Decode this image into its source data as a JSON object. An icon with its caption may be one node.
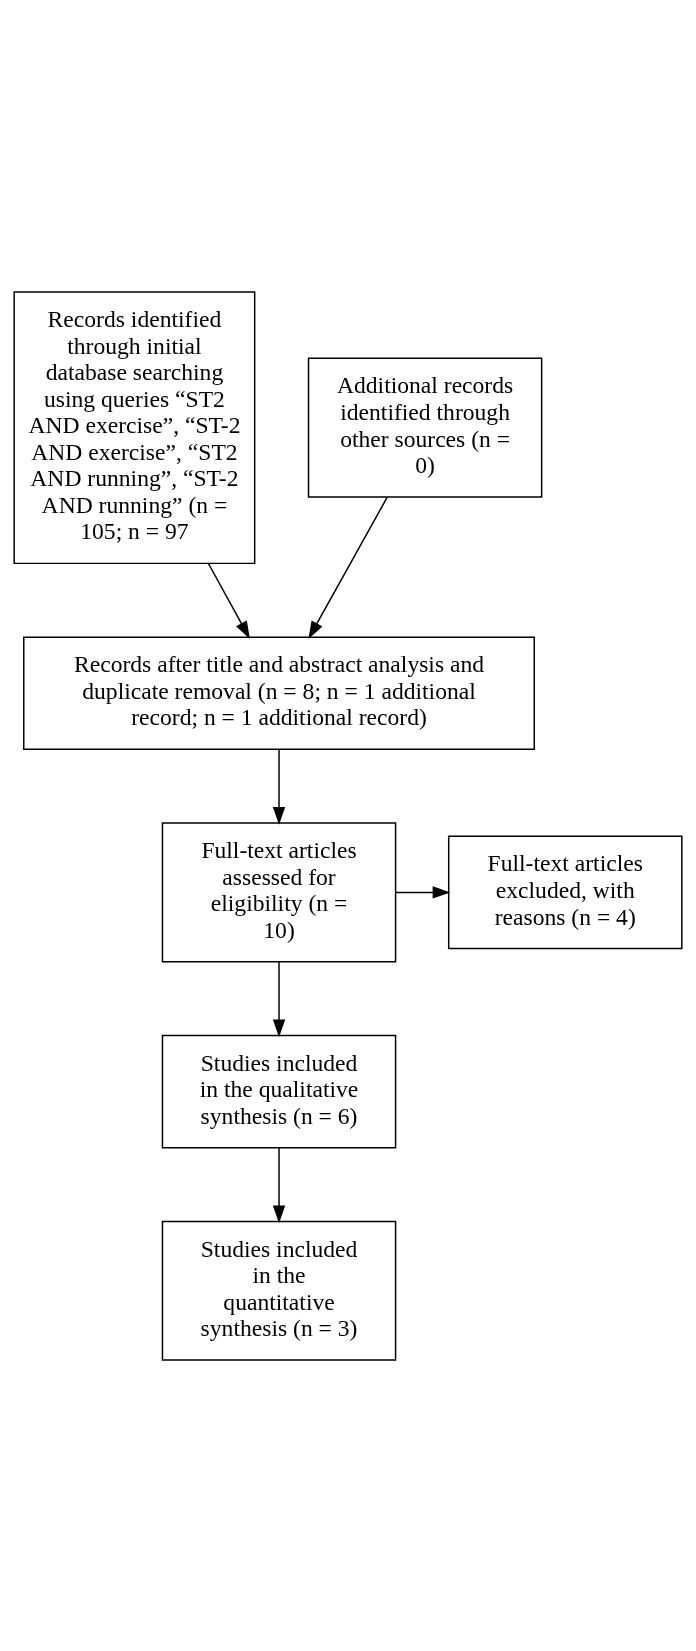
{
  "diagram": {
    "nodes": [
      {
        "text": [
          "Records identified through initial database searching using queries “ST2 AND exercise”, “ST-2 AND exercise”, “ST2 AND running”, “ST-2 AND running” (n = 105; n = 97"
        ]
      },
      {
        "text": [
          "Additional records identified through other sources (n = 0)"
        ]
      },
      {
        "text": [
          "Records after title and abstract analysis and duplicate removal (n = 8; n = 1 additional record; n = 1 additional record)"
        ]
      },
      {
        "text": [
          "Full-text articles assessed for eligibility (n = 10)"
        ]
      },
      {
        "text": [
          "Full-text articles excluded, with reasons (n = 4)"
        ]
      },
      {
        "text": [
          "Studies included in the qualitative synthesis (n = 6)"
        ]
      },
      {
        "text": [
          "Studies included in the quantitative synthesis (n = 3)"
        ]
      }
    ],
    "edges": [
      {
        "from": 0,
        "to": 2,
        "arrow": "to"
      },
      {
        "from": 1,
        "to": 2,
        "arrow": "to"
      },
      {
        "from": 2,
        "to": 3,
        "arrow": "to"
      },
      {
        "from": 3,
        "to": 4,
        "arrow": "to"
      },
      {
        "from": 3,
        "to": 5,
        "arrow": "to"
      },
      {
        "from": 5,
        "to": 6,
        "arrow": "to"
      }
    ]
  }
}
